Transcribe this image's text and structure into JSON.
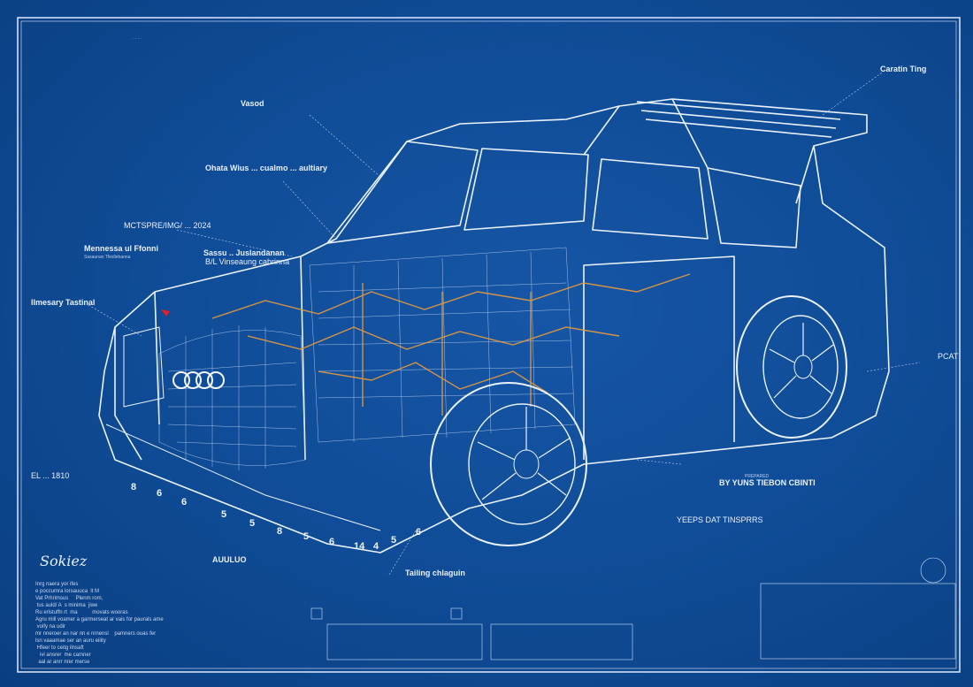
{
  "colors": {
    "background": "#0f4b95",
    "lines": "#eaf2ff",
    "wiring": "#e89a3c",
    "accent_red": "#e0202a"
  },
  "labels": {
    "top_note": "Vasod",
    "callout_1": "Ohata Wius ... cualmo ... aultiary",
    "callout_2": "MCTSPRE/IMG/ ... 2024",
    "callout_3": "Mennessa ul Ffonni",
    "callout_3_sub": "Sasaunan Tfesllebanna",
    "callout_4": "Sassu .. Juslandanan",
    "callout_4_sub": "B/L Vinseaung cabrinna",
    "callout_5": "Ilmesary Tastinal",
    "callout_6": "Caratin Ting",
    "credit_top": "PREPARED",
    "credit": "BY YUNS TIEBON CBINTI",
    "callout_7": "Tailing chlaguin",
    "callout_8": "AUULUO",
    "signature": "Sokiez",
    "stamp": "YEEPS DAT TINSPRRS",
    "right_1": "PCAT",
    "left_1": "EL ... 1810"
  },
  "notes_block": "Inrg naera yor ifes\ne poccumra lorsauuca  lt M\nVat Prhrimsus     Plenm rom,\n tus auld/ A  s minima  jiwe\nRu erlstuffn rt  ma          movats wooras\nAgru mill voamer a garmerseat ar vais for paurals ame\n voify na udir\nmr nneroer an nar nn e nrnensl    pamners ouas fer\nlsn vaaamae ser an auru eiiity\n Hfeer to ceitg ilnsaft\n   ivi ansrer  me camner\n  aal ar anrr nrer merse",
  "dimension_numbers": [
    "8",
    "6",
    "6",
    "5",
    "5",
    "8",
    "5",
    "6",
    "14",
    "4",
    "5",
    "6"
  ]
}
